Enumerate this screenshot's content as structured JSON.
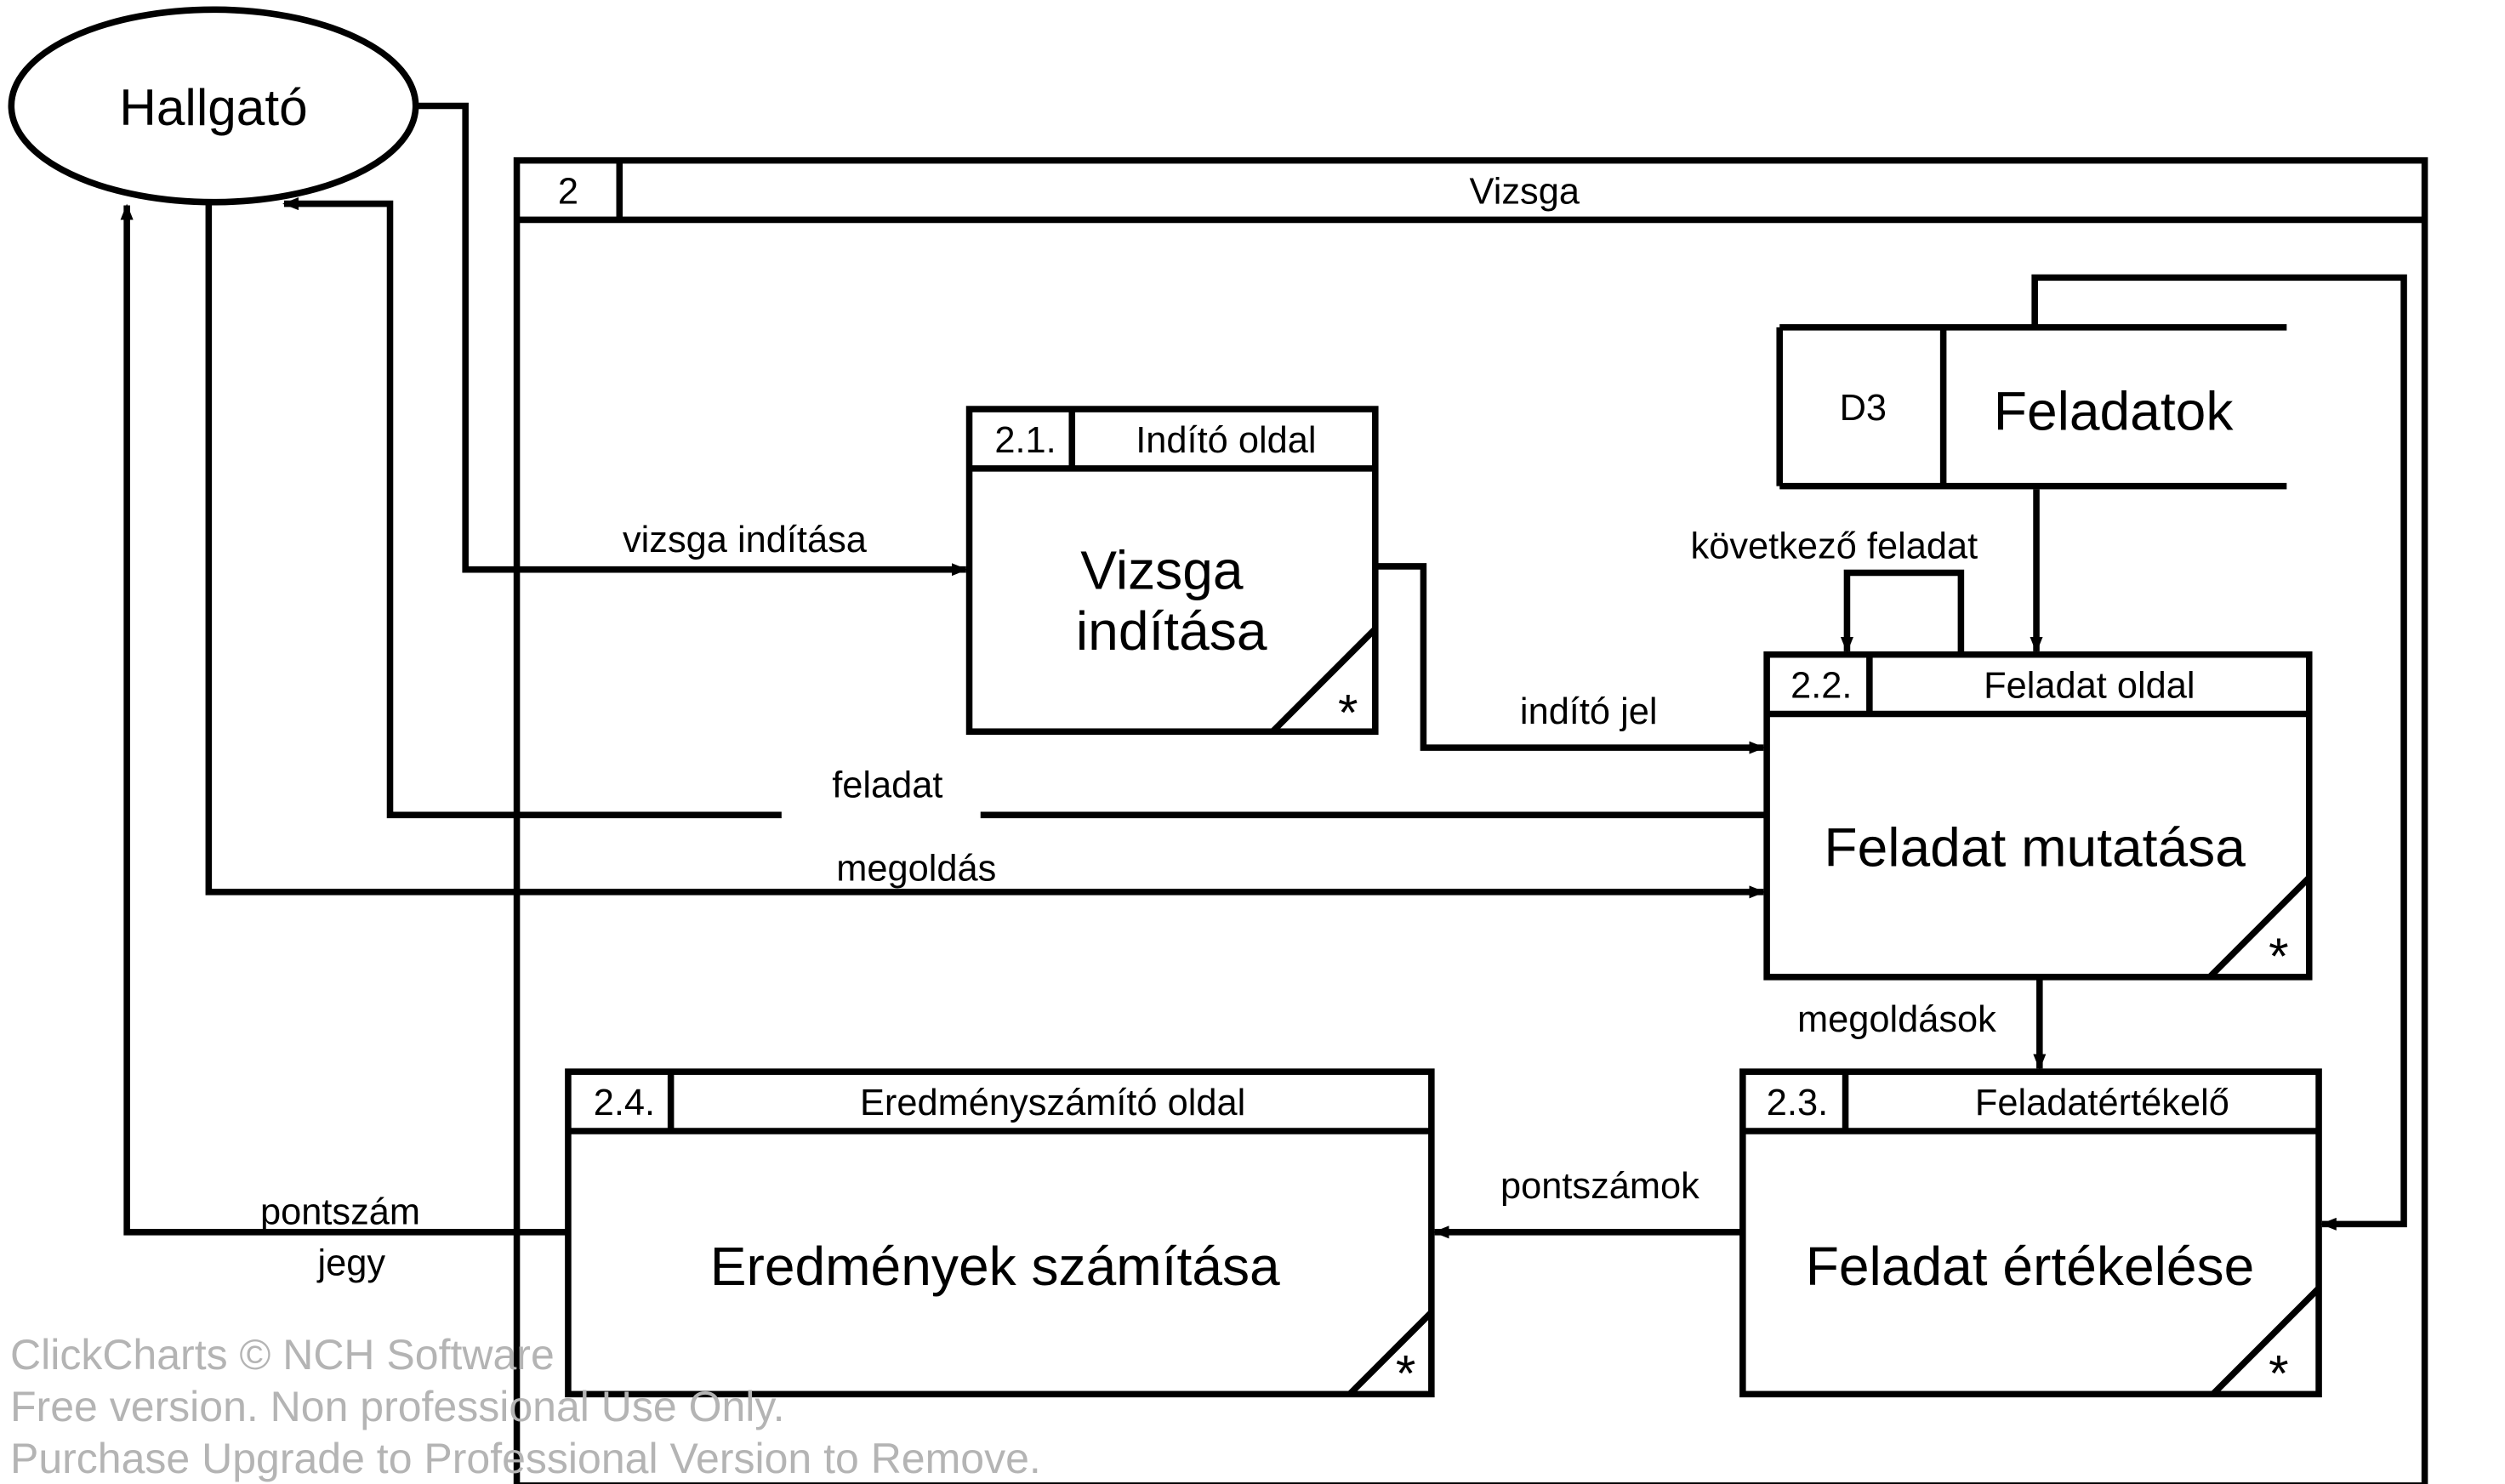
{
  "external_entity": {
    "name": "Hallgató"
  },
  "frame": {
    "id": "2",
    "title": "Vizsga"
  },
  "datastore": {
    "id": "D3",
    "name": "Feladatok"
  },
  "processes": {
    "p21": {
      "id": "2.1.",
      "location": "Indító oldal",
      "name_line1": "Vizsga",
      "name_line2": "indítása",
      "marker": "*"
    },
    "p22": {
      "id": "2.2.",
      "location": "Feladat oldal",
      "name": "Feladat mutatása",
      "marker": "*"
    },
    "p23": {
      "id": "2.3.",
      "location": "Feladatértékelő",
      "name": "Feladat értékelése",
      "marker": "*"
    },
    "p24": {
      "id": "2.4.",
      "location": "Eredményszámító oldal",
      "name": "Eredmények számítása",
      "marker": "*"
    }
  },
  "flows": {
    "vizsga_inditasa": "vizsga indítása",
    "indito_jel": "indító jel",
    "kovetkezo_feladat": "következő feladat",
    "feladat": "feladat",
    "megoldas": "megoldás",
    "megoldasok": "megoldások",
    "pontszamok": "pontszámok",
    "pontszam": "pontszám",
    "jegy": "jegy"
  },
  "watermark": {
    "line1": "ClickCharts © NCH Software",
    "line2": "Free version. Non professional Use Only.",
    "line3": "Purchase Upgrade to Professional Version to Remove."
  }
}
